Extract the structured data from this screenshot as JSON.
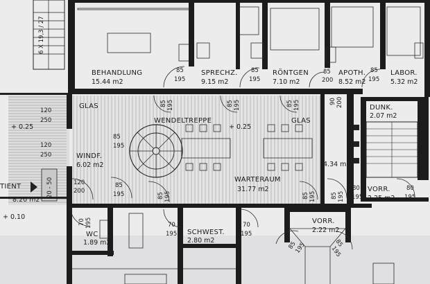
{
  "stair_left_label": "6 X 19,3 / 27",
  "rooms": [
    {
      "id": "behandlung",
      "name": "BEHANDLUNG",
      "area": "15.44 m2"
    },
    {
      "id": "sprechz",
      "name": "SPRECHZ.",
      "area": "9.15 m2"
    },
    {
      "id": "roentgen",
      "name": "RÖNTGEN",
      "area": "7.10 m2"
    },
    {
      "id": "apoth",
      "name": "APOTH.",
      "area": "8.52 m2"
    },
    {
      "id": "labor",
      "name": "LABOR.",
      "area": "5.32 m2"
    },
    {
      "id": "dunk",
      "name": "DUNK.",
      "area": "2.07 m2"
    },
    {
      "id": "windf",
      "name": "WINDF.",
      "area": "6.02 m2"
    },
    {
      "id": "warteraum",
      "name": "WARTERAUM",
      "area": "31.77 m2"
    },
    {
      "id": "vorr_right",
      "name": "VORR.",
      "area": "2.25 m2"
    },
    {
      "id": "vorr_center",
      "name": "VORR.",
      "area": "2.22 m2"
    },
    {
      "id": "schwest",
      "name": "SCHWEST.",
      "area": "2.80 m2"
    },
    {
      "id": "wc",
      "name": "WC",
      "area": "1.89 m2"
    },
    {
      "id": "tient",
      "name": "TIENT",
      "area": "8.20 m2"
    }
  ],
  "labels": {
    "glas_left": "GLAS",
    "glas_right": "GLAS",
    "wendeltreppe": "WENDELTREPPE",
    "level_025_a": "+ 0.25",
    "level_025_b": "+ 0.25",
    "level_010": "+ 0.10",
    "dim_434": "4.34 m",
    "mat_label": "20 - 50"
  },
  "doors": {
    "behandlung": [
      "85",
      "195"
    ],
    "sprechz": [
      "85",
      "195"
    ],
    "roentgen": [
      "85",
      "200"
    ],
    "apoth": [
      "85",
      "195"
    ],
    "labor": [
      "85",
      "195"
    ],
    "corr_1": [
      "85",
      "195"
    ],
    "corr_2": [
      "85",
      "195"
    ],
    "corr_3": [
      "85",
      "195"
    ],
    "corr_4": [
      "90",
      "200"
    ],
    "window_1": [
      "120",
      "250"
    ],
    "window_2": [
      "120",
      "250"
    ],
    "windf_door": [
      "120",
      "200"
    ],
    "stair_door": [
      "85",
      "195"
    ],
    "windf_inner": [
      "85",
      "195"
    ],
    "warte_1": [
      "85",
      "195"
    ],
    "warte_2": [
      "85",
      "195"
    ],
    "warte_3": [
      "85",
      "195"
    ],
    "vorr_a": [
      "80",
      "195"
    ],
    "vorr_b": [
      "80",
      "195"
    ],
    "wc": [
      "70",
      "195"
    ],
    "schwest_1": [
      "70",
      "195"
    ],
    "schwest_2": [
      "70",
      "195"
    ],
    "vorr_c": [
      "85",
      "195"
    ],
    "vorr_d": [
      "85",
      "195"
    ]
  }
}
